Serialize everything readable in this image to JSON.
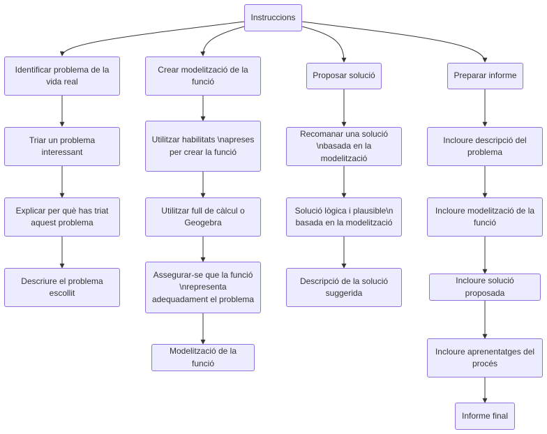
{
  "nodes": {
    "root": "Instruccions",
    "c1": [
      "Identificar problema de la vida real",
      "Triar un problema interessant",
      "Explicar per què has triat aquest problema",
      "Descriure el problema escollit"
    ],
    "c2": [
      "Crear modelització de la funció",
      "Utilitzar habilitats \\napreses per crear la funció",
      "Utilitzar full de càlcul o Geogebra",
      "Assegurar-se que la funció \\nrepresenta adequadament el problema",
      "Modelització de la funció"
    ],
    "c3": [
      "Proposar solució",
      "Recomanar una solució \\nbasada en la modelització",
      "Solució lògica i plausible\\n basada en la modelització",
      "Descripció de la solució suggerida"
    ],
    "c4": [
      "Preparar informe",
      "Incloure descripció del problema",
      "Incloure modelització de la funció",
      "Incloure solució proposada",
      "Incloure aprenentatges del procés",
      "Informe final"
    ]
  },
  "colors": {
    "node_fill": "#ececff",
    "node_border": "#9370db",
    "edge": "#333333",
    "text": "#333333"
  }
}
